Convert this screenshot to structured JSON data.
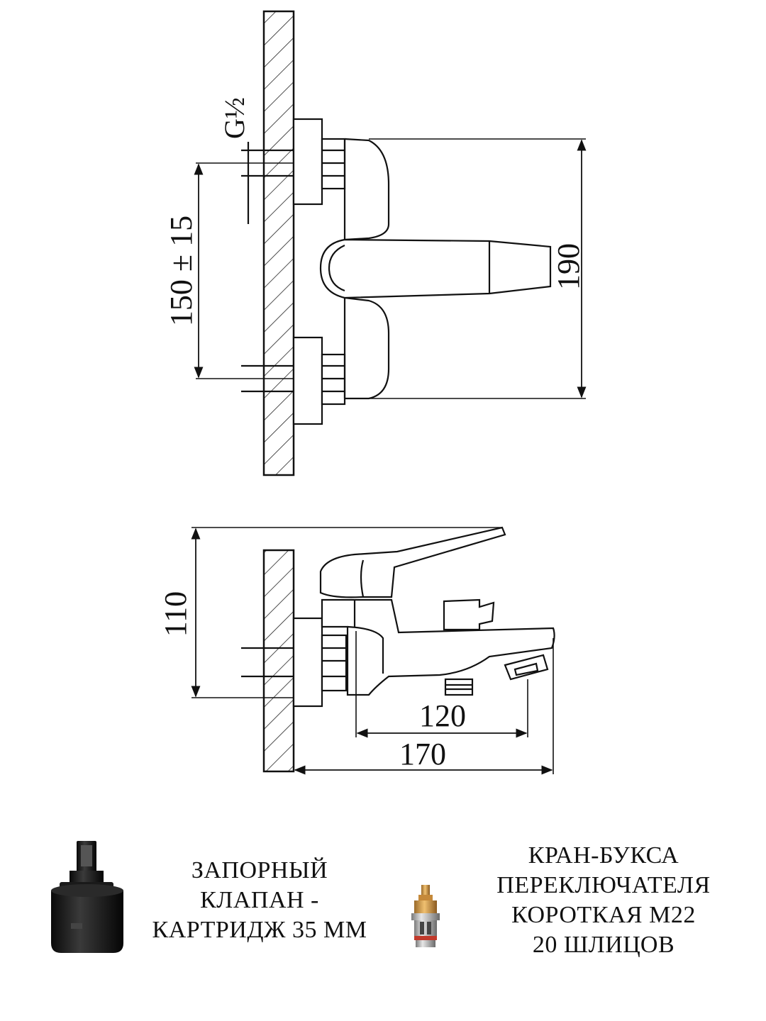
{
  "top_view": {
    "thread_label": "G½",
    "dim_spacing": "150 ± 15",
    "dim_height": "190"
  },
  "side_view": {
    "dim_height": "110",
    "dim_spout": "120",
    "dim_depth": "170"
  },
  "parts": {
    "left": {
      "icon": "cartridge-icon",
      "lines": [
        "ЗАПОРНЫЙ",
        "КЛАПАН -",
        "КАРТРИДЖ 35 ММ"
      ]
    },
    "right": {
      "icon": "diverter-valve-icon",
      "lines": [
        "КРАН-БУКСА",
        "ПЕРЕКЛЮЧАТЕЛЯ",
        "КОРОТКАЯ М22",
        "20 ШЛИЦОВ"
      ]
    }
  }
}
